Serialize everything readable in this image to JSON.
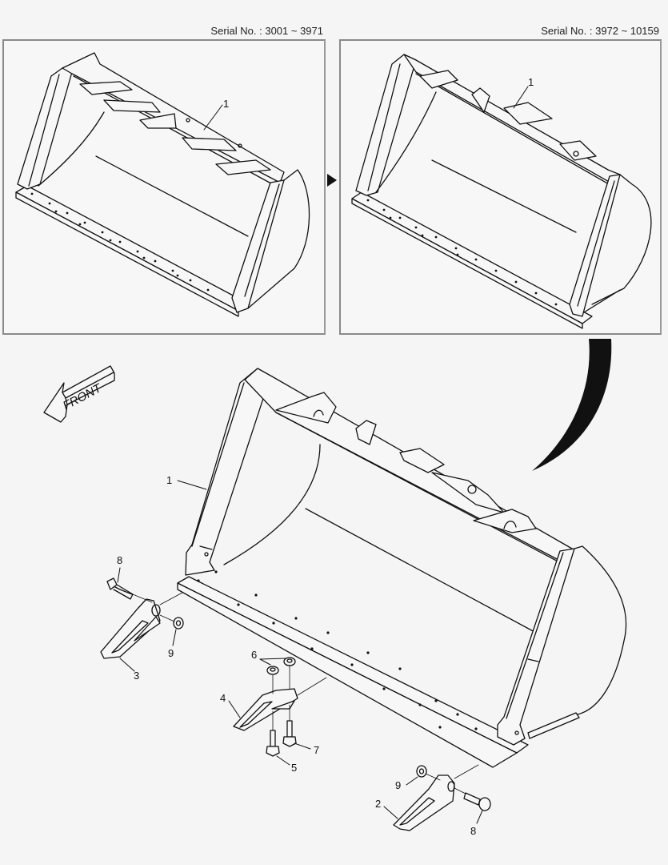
{
  "header": {
    "serial_left": "Serial No. : 3001 ~ 3971",
    "serial_right": "Serial No. : 3972 ~ 10159"
  },
  "panels": {
    "left": {
      "callouts": [
        {
          "label": "1",
          "part": "bucket"
        }
      ]
    },
    "right": {
      "callouts": [
        {
          "label": "1",
          "part": "bucket"
        }
      ]
    }
  },
  "orientation": {
    "label": "FRONT",
    "icon": "front-arrow-icon"
  },
  "main_view": {
    "callouts": [
      {
        "label": "1",
        "part": "bucket"
      },
      {
        "label": "2",
        "part": "tooth-right"
      },
      {
        "label": "3",
        "part": "tooth-left"
      },
      {
        "label": "4",
        "part": "tooth-center"
      },
      {
        "label": "5",
        "part": "bolt"
      },
      {
        "label": "6",
        "part": "nut-pair"
      },
      {
        "label": "7",
        "part": "bolt"
      },
      {
        "label": "8",
        "part": "bolt-left"
      },
      {
        "label": "8b",
        "display": "8",
        "part": "bolt-right"
      },
      {
        "label": "9",
        "part": "nut-left"
      },
      {
        "label": "9b",
        "display": "9",
        "part": "nut-right"
      }
    ]
  },
  "labels": {
    "c1": "1",
    "c2": "2",
    "c3": "3",
    "c4": "4",
    "c5": "5",
    "c6": "6",
    "c7": "7",
    "c8": "8",
    "c9": "9"
  },
  "colors": {
    "line": "#111111",
    "panel_border": "#8a8a8a",
    "background": "#f5f5f5"
  }
}
